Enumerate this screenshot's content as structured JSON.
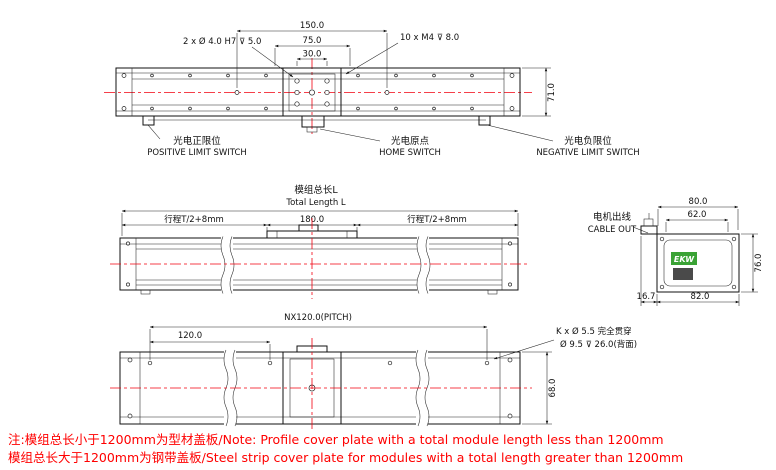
{
  "top_view": {
    "dim_150": "150.0",
    "dim_75": "75.0",
    "dim_30": "30.0",
    "dim_71": "71.0",
    "callout_dowel_holes": "2 x Ø 4.0 H7 ⊽ 5.0",
    "callout_tapped_holes": "10 x M4 ⊽ 8.0",
    "positive_limit_cn": "光电正限位",
    "positive_limit_en": "POSITIVE LIMIT SWITCH",
    "home_cn": "光电原点",
    "home_en": "HOME SWITCH",
    "negative_limit_cn": "光电负限位",
    "negative_limit_en": "NEGATIVE LIMIT SWITCH"
  },
  "side_view": {
    "total_length_cn": "模组总长L",
    "total_length_en": "Total Length L",
    "stroke_left": "行程T/2+8mm",
    "carriage_length": "180.0",
    "stroke_right": "行程T/2+8mm"
  },
  "end_view": {
    "dim_80": "80.0",
    "dim_62": "62.0",
    "dim_76": "76.0",
    "dim_167": "16.7",
    "dim_82": "82.0",
    "cable_out_cn": "电机出线",
    "cable_out_en": "CABLE OUT",
    "logo": "EKW",
    "logo_color": "#3aa235"
  },
  "bottom_view": {
    "pitch_dim": "NX120.0(PITCH)",
    "dim_120": "120.0",
    "dim_68": "68.0",
    "callout_through_holes": "K x Ø 5.5 完全贯穿",
    "callout_counterbore": "Ø 9.5 ⊽ 26.0(背面)"
  },
  "notes": {
    "line1": "注:模组总长小于1200mm为型材盖板/Note: Profile cover plate with a total module length less than 1200mm",
    "line2": "模组总长大于1200mm为钢带盖板/Steel strip cover plate for modules with a total length greater than 1200mm"
  },
  "colors": {
    "centerline": "#f2000f",
    "note_text": "#ff0000",
    "outline": "#111111"
  }
}
